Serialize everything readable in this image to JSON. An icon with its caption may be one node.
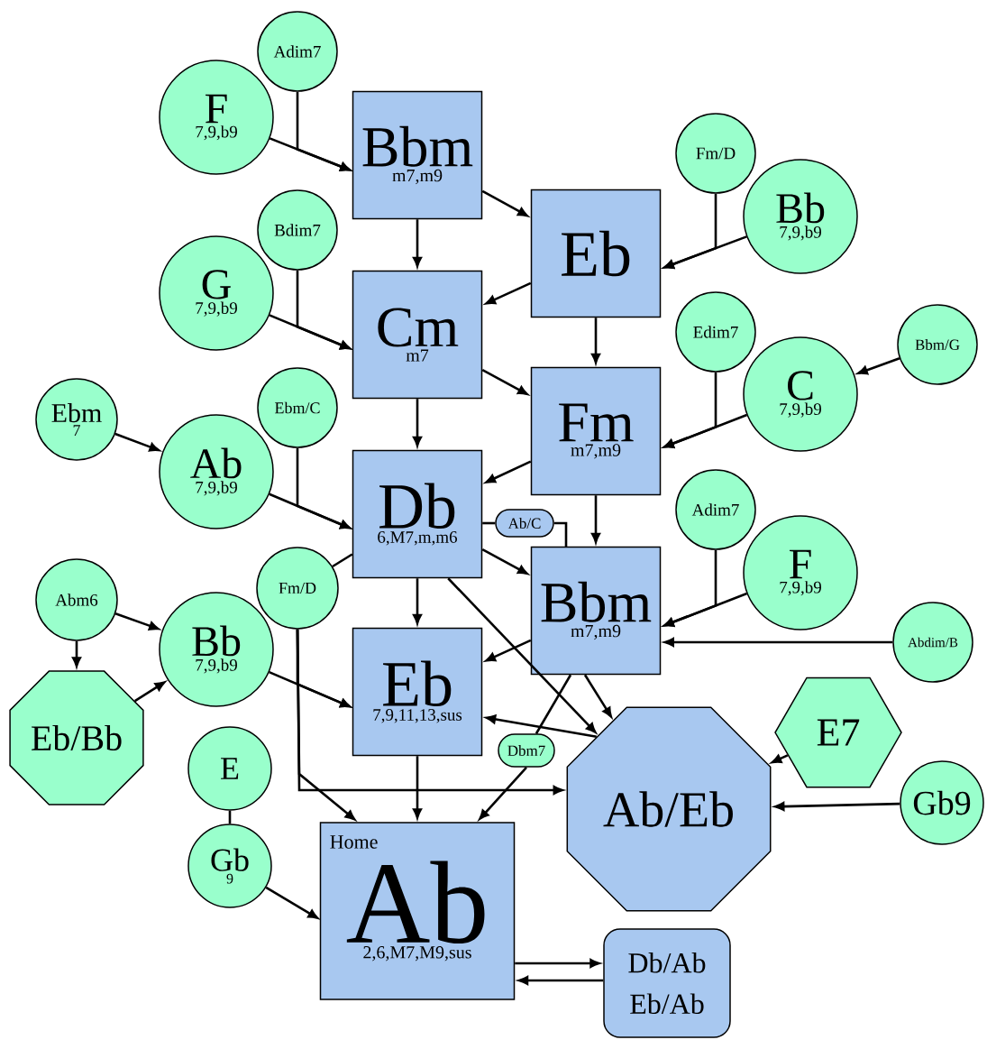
{
  "diagram": {
    "nodes": [
      {
        "text": [
          "Bbm",
          "m7,m9"
        ]
      },
      {
        "text": [
          "Eb"
        ]
      },
      {
        "text": [
          "Cm",
          "m7"
        ]
      },
      {
        "text": [
          "Fm",
          "m7,m9"
        ]
      },
      {
        "text": [
          "Db",
          "6,M7,m,m6"
        ]
      },
      {
        "text": [
          "Ab/C"
        ]
      },
      {
        "text": [
          "Bbm",
          "m7,m9"
        ]
      },
      {
        "text": [
          "Eb",
          "7,9,11,13,sus"
        ]
      },
      {
        "text": [
          "Ab/Eb"
        ]
      },
      {
        "text": [
          "Home",
          "Ab",
          "2,6,M7,M9,sus"
        ]
      },
      {
        "text": [
          "Db/Ab",
          "Eb/Ab"
        ]
      },
      {
        "text": [
          "Adim7"
        ]
      },
      {
        "text": [
          "F",
          "7,9,b9"
        ]
      },
      {
        "text": [
          "Bdim7"
        ]
      },
      {
        "text": [
          "G",
          "7,9,b9"
        ]
      },
      {
        "text": [
          "Ebm/C"
        ]
      },
      {
        "text": [
          "Ebm",
          "7"
        ]
      },
      {
        "text": [
          "Ab",
          "7,9,b9"
        ]
      },
      {
        "text": [
          "Fm/D"
        ]
      },
      {
        "text": [
          "Bb",
          "7,9,b9"
        ]
      },
      {
        "text": [
          "Edim7"
        ]
      },
      {
        "text": [
          "C",
          "7,9,b9"
        ]
      },
      {
        "text": [
          "Bbm/G"
        ]
      },
      {
        "text": [
          "Adim7"
        ]
      },
      {
        "text": [
          "F",
          "7,9,b9"
        ]
      },
      {
        "text": [
          "Abdim/B"
        ]
      },
      {
        "text": [
          "Abm6"
        ]
      },
      {
        "text": [
          "Bb",
          "7,9,b9"
        ]
      },
      {
        "text": [
          "Fm/D"
        ]
      },
      {
        "text": [
          "Eb/Bb"
        ]
      },
      {
        "text": [
          "E"
        ]
      },
      {
        "text": [
          "Gb",
          "9"
        ]
      },
      {
        "text": [
          "E7"
        ]
      },
      {
        "text": [
          "Gb9"
        ]
      },
      {
        "text": [
          "Dbm7"
        ]
      }
    ],
    "edges": [
      {
        "from": 0,
        "to": 2,
        "arrow": "to"
      },
      {
        "from": 0,
        "to": 1,
        "arrow": "to"
      },
      {
        "from": 1,
        "to": 2,
        "arrow": "to"
      },
      {
        "from": 1,
        "to": 3,
        "arrow": "to"
      },
      {
        "from": 2,
        "to": 3,
        "arrow": "to"
      },
      {
        "from": 2,
        "to": 4,
        "arrow": "to"
      },
      {
        "from": 3,
        "to": 4,
        "arrow": "to"
      },
      {
        "from": 3,
        "to": 6,
        "arrow": "to"
      },
      {
        "from": 4,
        "to": 5,
        "arrow": "none"
      },
      {
        "from": 5,
        "to": 6,
        "arrow": "none"
      },
      {
        "from": 4,
        "to": 6,
        "arrow": "to"
      },
      {
        "from": 4,
        "to": 7,
        "arrow": "to"
      },
      {
        "from": 4,
        "to": 8,
        "arrow": "to"
      },
      {
        "from": 6,
        "to": 7,
        "arrow": "to"
      },
      {
        "from": 6,
        "to": 8,
        "arrow": "to"
      },
      {
        "from": 6,
        "to": 34,
        "arrow": "none"
      },
      {
        "from": 34,
        "to": 9,
        "arrow": "to"
      },
      {
        "from": 8,
        "to": 7,
        "arrow": "to"
      },
      {
        "from": 7,
        "to": 9,
        "arrow": "to"
      },
      {
        "from": 9,
        "to": 10,
        "arrow": "to"
      },
      {
        "from": 10,
        "to": 9,
        "arrow": "to"
      },
      {
        "from": 12,
        "to": 0,
        "arrow": "to"
      },
      {
        "from": 11,
        "to": 0,
        "arrow": "to"
      },
      {
        "from": 14,
        "to": 2,
        "arrow": "to"
      },
      {
        "from": 13,
        "to": 2,
        "arrow": "to"
      },
      {
        "from": 17,
        "to": 4,
        "arrow": "to"
      },
      {
        "from": 15,
        "to": 4,
        "arrow": "to"
      },
      {
        "from": 16,
        "to": 17,
        "arrow": "to"
      },
      {
        "from": 19,
        "to": 1,
        "arrow": "to"
      },
      {
        "from": 18,
        "to": 1,
        "arrow": "to"
      },
      {
        "from": 21,
        "to": 3,
        "arrow": "to"
      },
      {
        "from": 20,
        "to": 3,
        "arrow": "to"
      },
      {
        "from": 22,
        "to": 21,
        "arrow": "to"
      },
      {
        "from": 24,
        "to": 6,
        "arrow": "to"
      },
      {
        "from": 23,
        "to": 6,
        "arrow": "to"
      },
      {
        "from": 25,
        "to": 6,
        "arrow": "to"
      },
      {
        "from": 26,
        "to": 27,
        "arrow": "to"
      },
      {
        "from": 26,
        "to": 29,
        "arrow": "to"
      },
      {
        "from": 29,
        "to": 27,
        "arrow": "to"
      },
      {
        "from": 27,
        "to": 7,
        "arrow": "to"
      },
      {
        "from": 28,
        "to": 7,
        "arrow": "to"
      },
      {
        "from": 28,
        "to": 8,
        "arrow": "to"
      },
      {
        "from": 28,
        "to": 9,
        "arrow": "to"
      },
      {
        "from": 4,
        "to": 28,
        "arrow": "none"
      },
      {
        "from": 32,
        "to": 8,
        "arrow": "to"
      },
      {
        "from": 33,
        "to": 8,
        "arrow": "to"
      },
      {
        "from": 30,
        "to": 31,
        "arrow": "none"
      },
      {
        "from": 31,
        "to": 9,
        "arrow": "to"
      }
    ]
  }
}
